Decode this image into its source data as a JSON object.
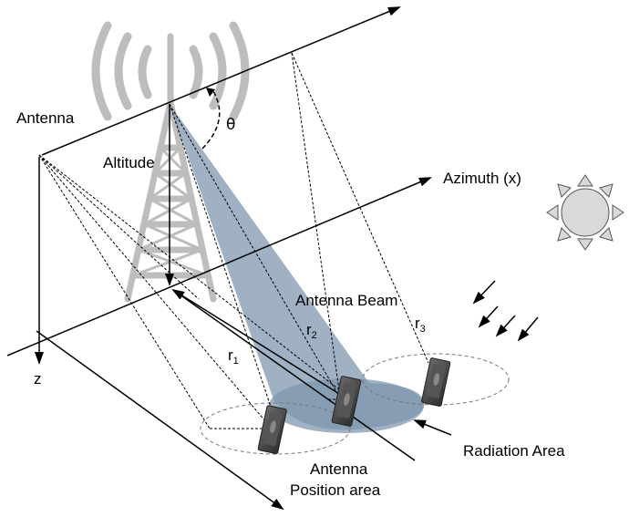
{
  "labels": {
    "antenna": "Antenna",
    "altitude": "Altitude",
    "theta": "θ",
    "azimuth": "Azimuth (x)",
    "z_axis": "z",
    "antenna_beam": "Antenna Beam",
    "r1_main": "r",
    "r1_sub": "1",
    "r2_main": "r",
    "r2_sub": "2",
    "r3_main": "r",
    "r3_sub": "3",
    "radiation_area": "Radiation Area",
    "position_area_line1": "Antenna",
    "position_area_line2": "Position area"
  },
  "icons": {
    "tower": "tower-icon",
    "sun": "sun-icon",
    "sun_rays": "sun-ray-arrows-icon",
    "mobile_devices": "mobile-phone-icon"
  },
  "colors": {
    "beam": "#7f97ad",
    "tower": "#bdbdbd",
    "sun_fill": "#d9d9d9",
    "phone": "#4a4a4a"
  }
}
